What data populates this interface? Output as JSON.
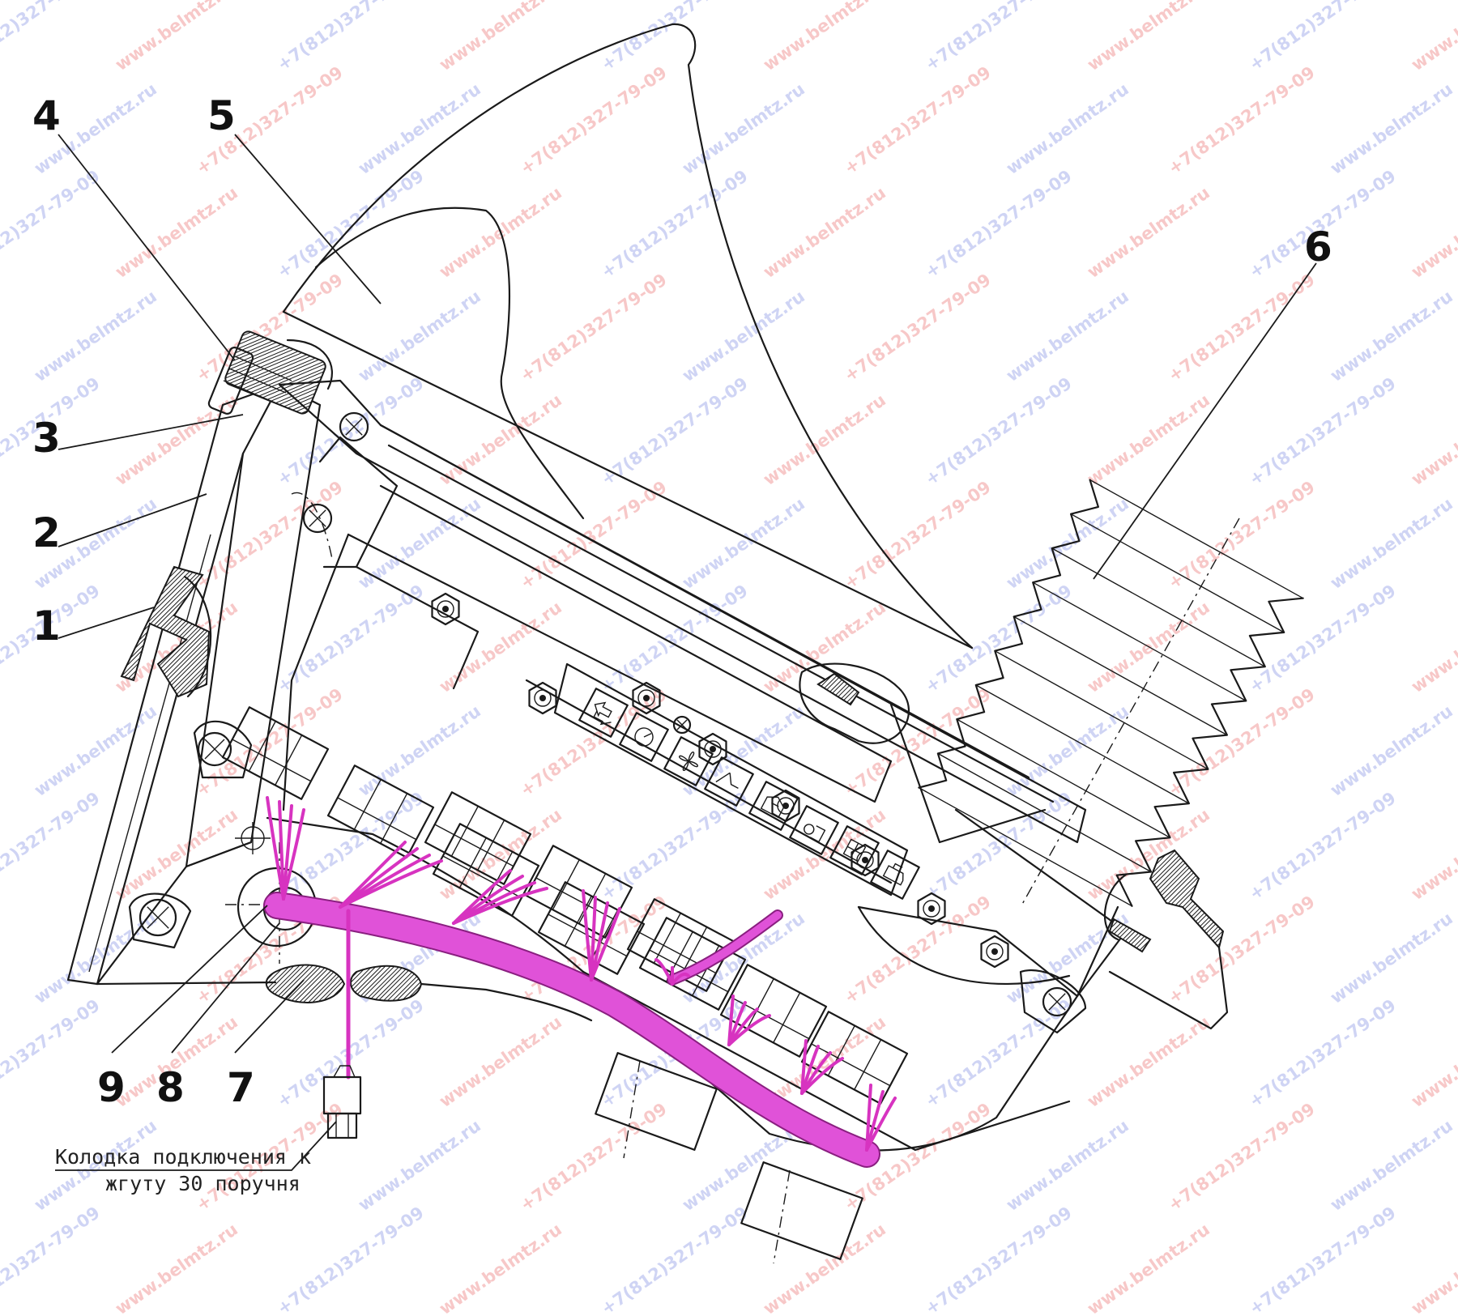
{
  "callouts": [
    "4",
    "5",
    "3",
    "2",
    "1",
    "6",
    "9",
    "8",
    "7"
  ],
  "caption": {
    "line1": "Колодка подключения к",
    "line2": "жгуту 30 поручня"
  },
  "watermarks": [
    "www.belmtz.ru",
    "+7(812)327-79-09"
  ],
  "colors": {
    "line": "#1a1a1a",
    "wire": "#d733c0",
    "watermark_red": "#e85a5a",
    "watermark_blue": "#6f7fe0"
  },
  "icons": [
    "arrows-icon",
    "gauge-icon",
    "fan-icon",
    "lever-icon",
    "cabin-icon",
    "pump-icon",
    "grid-icon",
    "engine-icon"
  ]
}
